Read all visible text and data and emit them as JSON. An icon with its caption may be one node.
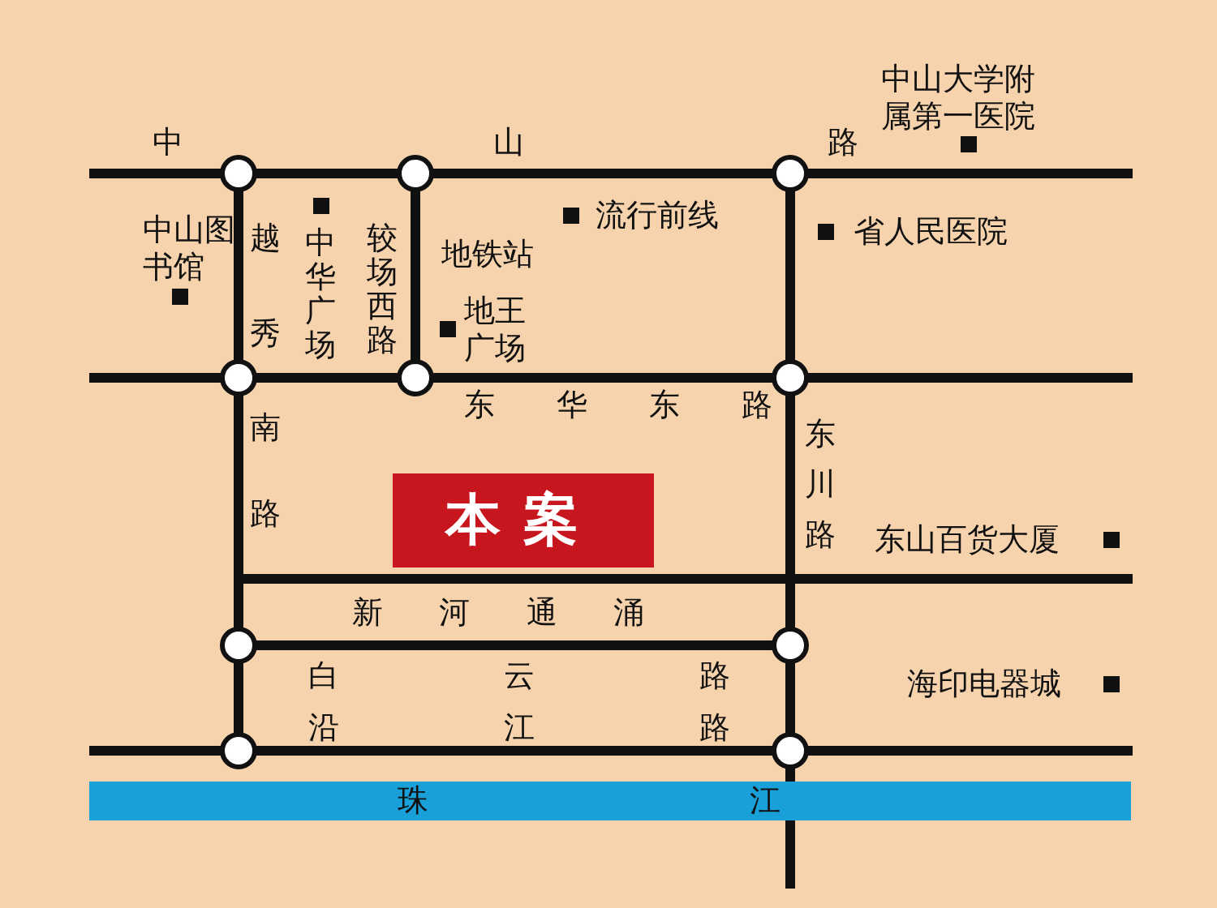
{
  "diagram": {
    "nodes": [
      {
        "text": [
          "本案"
        ]
      }
    ],
    "labels": [
      "中",
      "山",
      "路",
      "中山大学附属第一医院",
      "中山图书馆",
      "越秀",
      "中华广场",
      "较场西路",
      "地铁站",
      "流行前线",
      "地王广场",
      "省人民医院",
      "东华东路",
      "南路",
      "东川路",
      "东山百货大厦",
      "新河通涌",
      "白云路",
      "沿江路",
      "海印电器城",
      "珠",
      "江"
    ]
  }
}
